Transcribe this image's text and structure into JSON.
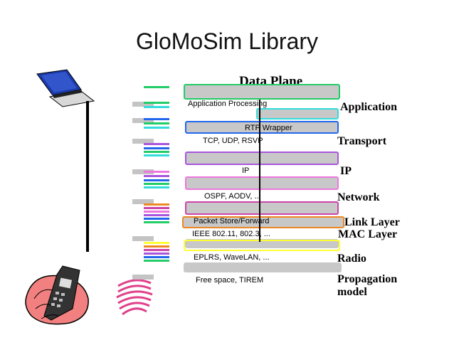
{
  "title": "GloMoSim Library",
  "diagram": {
    "header": "Data Plane",
    "stack_labels": {
      "application_processing": "Application Processing",
      "rtp_wrapper": "RTP Wrapper",
      "transport_protocols": "TCP, UDP, RSVP",
      "ip": "IP",
      "routing": "OSPF, AODV, ...",
      "packet_store": "Packet Store/Forward",
      "mac_protocols": "IEEE 802.11, 802.3, ...",
      "radio_models": "EPLRS, WaveLAN, ...",
      "propagation_models": "Free space, TIREM"
    },
    "layers": {
      "application": "Application",
      "transport": "Transport",
      "ip": "IP",
      "network": "Network",
      "link": "Link Layer",
      "mac": "MAC Layer",
      "radio": "Radio",
      "propagation_1": "Propagation",
      "propagation_2": "model"
    },
    "colors": {
      "application": "#22cc66",
      "rtp": "#2266ee",
      "cyan": "#33dddd",
      "transport": "#aa55dd",
      "ip": "#ee77dd",
      "network": "#cc44aa",
      "link": "#ee8822",
      "mac": "#3399ee",
      "radio": "#ffff33",
      "bar_fill": "#c8c8c8"
    },
    "icons": [
      "laptop-icon",
      "phone-icon",
      "radio-waves-icon"
    ]
  }
}
